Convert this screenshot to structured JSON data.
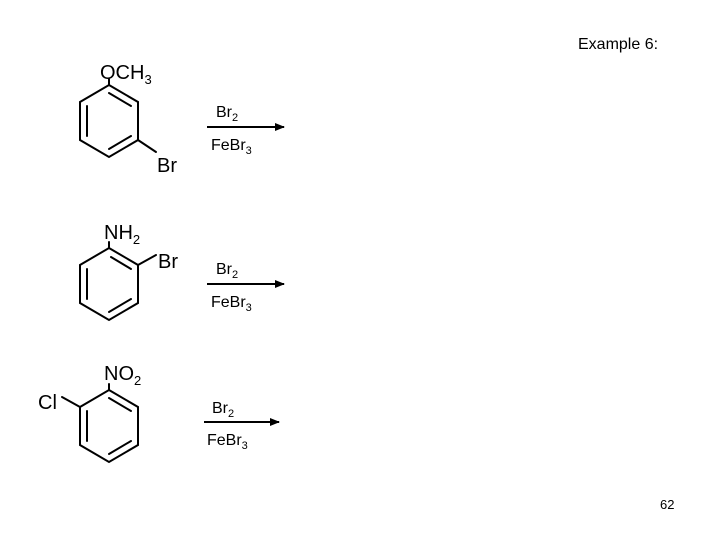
{
  "slide": {
    "title": "Example 6:",
    "page_number": "62"
  },
  "reactions": [
    {
      "substituents": {
        "top": {
          "main": "OCH",
          "sub": "3"
        },
        "right": {
          "main": "Br"
        }
      },
      "reagent_top": {
        "main": "Br",
        "sub": "2"
      },
      "reagent_bottom": {
        "main": "FeBr",
        "sub": "3"
      }
    },
    {
      "substituents": {
        "top": {
          "main": "NH",
          "sub": "2"
        },
        "right": {
          "main": "Br"
        }
      },
      "reagent_top": {
        "main": "Br",
        "sub": "2"
      },
      "reagent_bottom": {
        "main": "FeBr",
        "sub": "3"
      }
    },
    {
      "substituents": {
        "top": {
          "main": "NO",
          "sub": "2"
        },
        "left": {
          "main": "Cl"
        }
      },
      "reagent_top": {
        "main": "Br",
        "sub": "2"
      },
      "reagent_bottom": {
        "main": "FeBr",
        "sub": "3"
      }
    }
  ]
}
